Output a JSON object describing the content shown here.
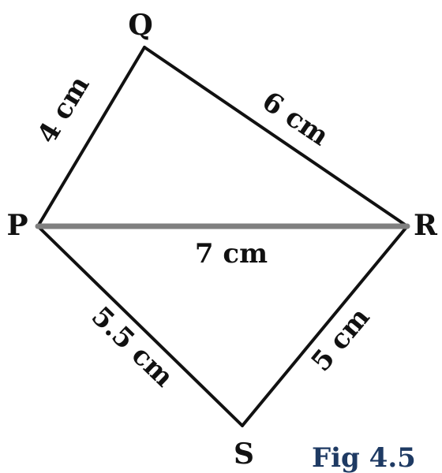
{
  "vertices": {
    "P": "P",
    "Q": "Q",
    "R": "R",
    "S": "S"
  },
  "edges": {
    "PQ": "4 cm",
    "QR": "6 cm",
    "PR": "7 cm",
    "PS": "5.5 cm",
    "SR": "5 cm"
  },
  "caption": "Fig 4.5",
  "colors": {
    "line": "#111111",
    "diagonal": "#808080",
    "caption": "#1e3a63"
  }
}
